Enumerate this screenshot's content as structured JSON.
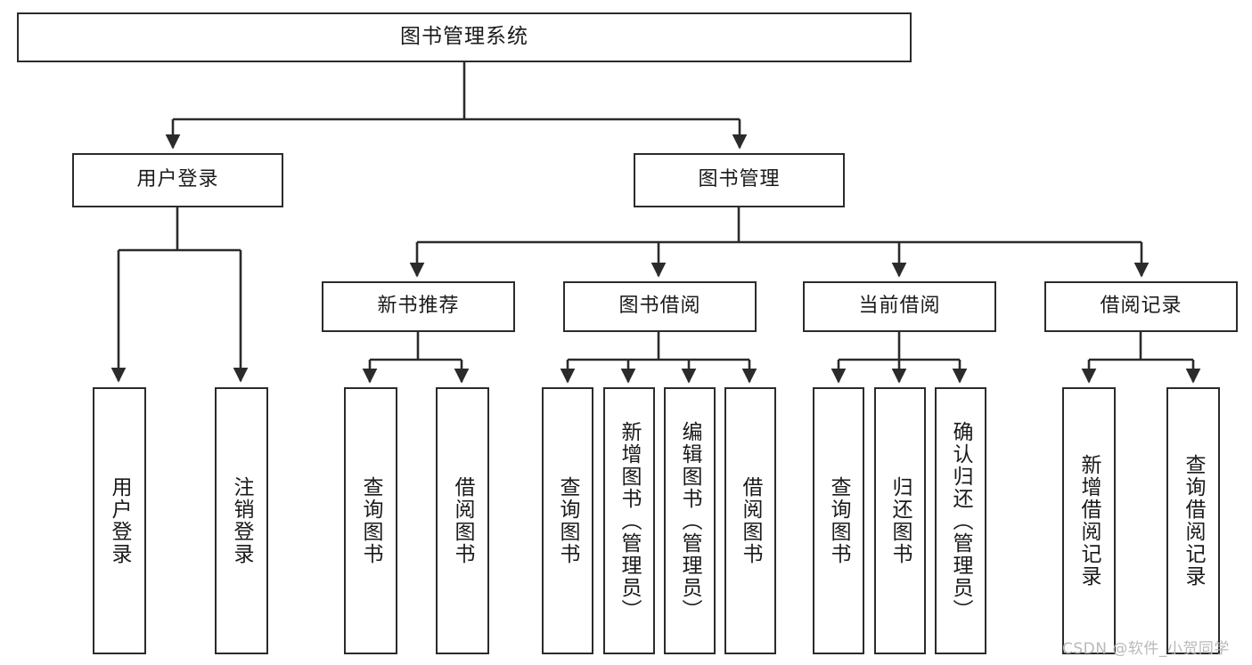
{
  "diagram": {
    "type": "tree-hierarchy",
    "title": "图书管理系统",
    "orientation": "top-down",
    "root": {
      "label": "图书管理系统",
      "children": [
        {
          "label": "用户登录",
          "children": [
            {
              "label": "用户登录"
            },
            {
              "label": "注销登录"
            }
          ]
        },
        {
          "label": "图书管理",
          "children": [
            {
              "label": "新书推荐",
              "children": [
                {
                  "label": "查询图书"
                },
                {
                  "label": "借阅图书"
                }
              ]
            },
            {
              "label": "图书借阅",
              "children": [
                {
                  "label": "查询图书"
                },
                {
                  "label": "新增图书（管理员）"
                },
                {
                  "label": "编辑图书（管理员）"
                },
                {
                  "label": "借阅图书"
                }
              ]
            },
            {
              "label": "当前借阅",
              "children": [
                {
                  "label": "查询图书"
                },
                {
                  "label": "归还图书"
                },
                {
                  "label": "确认归还（管理员）"
                }
              ]
            },
            {
              "label": "借阅记录",
              "children": [
                {
                  "label": "新增借阅记录"
                },
                {
                  "label": "查询借阅记录"
                }
              ]
            }
          ]
        }
      ]
    }
  },
  "nodes": {
    "root": "图书管理系统",
    "l1": {
      "user_login": "用户登录",
      "book_manage": "图书管理"
    },
    "l2": {
      "new_book_rec": "新书推荐",
      "book_borrow": "图书借阅",
      "current_borrow": "当前借阅",
      "borrow_record": "借阅记录"
    },
    "l3": {
      "user_login_leaf": "用户登录",
      "logout_leaf": "注销登录",
      "query_book_a": "查询图书",
      "borrow_book_a": "借阅图书",
      "query_book_b": "查询图书",
      "add_book_admin": "新增图书（管理员）",
      "edit_book_admin": "编辑图书（管理员）",
      "borrow_book_b": "借阅图书",
      "query_book_c": "查询图书",
      "return_book": "归还图书",
      "confirm_return_admin": "确认归还（管理员）",
      "add_borrow_record": "新增借阅记录",
      "query_borrow_record": "查询借阅记录"
    }
  },
  "watermark": {
    "text": "CSDN @软件_小贺同学"
  },
  "colors": {
    "stroke": "#2b2b2b",
    "fill": "#ffffff",
    "text": "#1a1a1a",
    "watermark": "#b9b9b9"
  }
}
